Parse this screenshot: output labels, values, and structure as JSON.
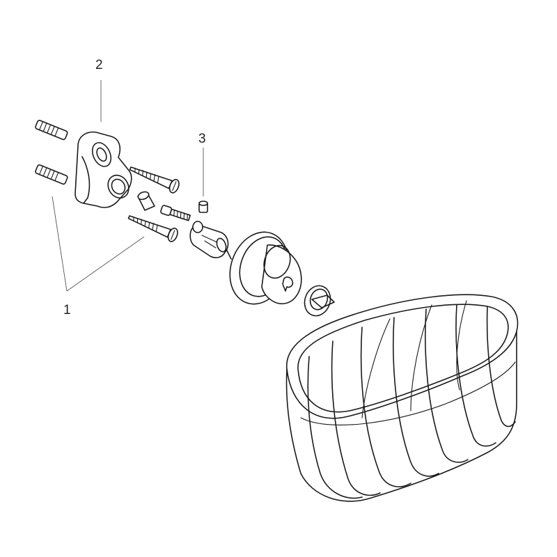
{
  "callouts": {
    "anchors": "1",
    "bracket": "2",
    "cap": "3"
  },
  "colors": {
    "line": "#1a1a1a",
    "background": "#ffffff"
  }
}
